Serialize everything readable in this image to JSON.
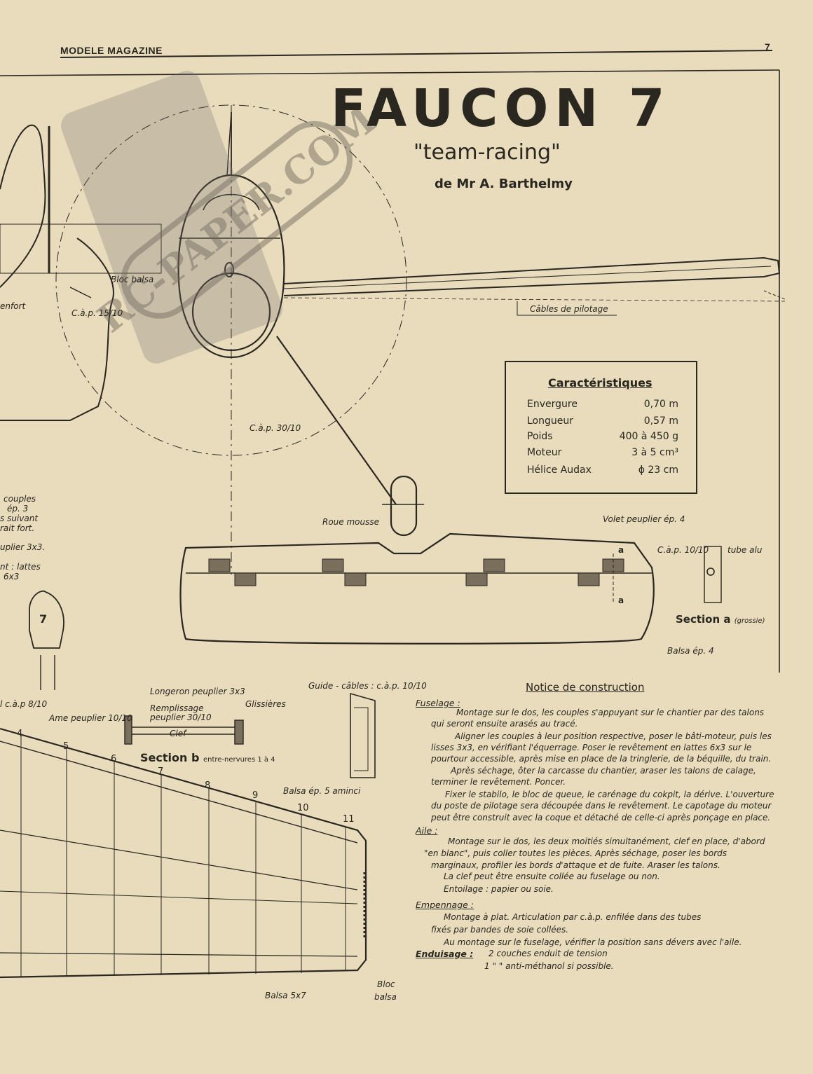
{
  "header": {
    "magazine": "MODELE MAGAZINE",
    "page_number": "7"
  },
  "title": "FAUCON 7",
  "subtitle": "\"team-racing\"",
  "author": "de Mr A. Barthelmy",
  "watermark": "RC-PAPER.COM",
  "labels": {
    "bloc_balsa": "Bloc balsa",
    "renfort": "enfort",
    "cap_15": "C.à.p. 15/10",
    "cables": "Câbles de pilotage",
    "cap_30": "C.à.p. 30/10",
    "roue": "Roue mousse",
    "volet": "Volet peuplier ép. 4",
    "cap_10": "C.à.p. 10/10",
    "tube_alu": "tube alu",
    "section_a": "Section a",
    "section_a_note": "(grossie)",
    "balsa_4": "Balsa ép. 4",
    "couples": "couples",
    "ep3": "ép. 3",
    "suivant": "s suivant",
    "trait_fort": "rait fort.",
    "peuplier": "uplier 3x3.",
    "lattes": "nt : lattes",
    "6x3": "6x3",
    "cap_8": "l c.à.p 8/10",
    "longeron": "Longeron peuplier 3x3",
    "remplissage": "Remplissage",
    "peuplier_30": "peuplier 30/10",
    "glissieres": "Glissières",
    "ame": "Ame peuplier 10/10",
    "clef": "Clef",
    "guide": "Guide - câbles : c.à.p. 10/10",
    "section_b": "Section b",
    "section_b_note": "entre-nervures 1 à 4",
    "balsa_5": "Balsa ép. 5 aminci",
    "balsa_57": "Balsa 5x7",
    "bloc": "Bloc",
    "balsa": "balsa",
    "a_mark": "a",
    "seven": "7"
  },
  "ribs": [
    "4",
    "5",
    "6",
    "7",
    "8",
    "9",
    "10",
    "11"
  ],
  "specs": {
    "title": "Caractéristiques",
    "rows": [
      {
        "k": "Envergure",
        "v": "0,70 m"
      },
      {
        "k": "Longueur",
        "v": "0,57 m"
      },
      {
        "k": "Poids",
        "v": "400 à 450 g"
      },
      {
        "k": "Moteur",
        "v": "3 à 5 cm³"
      },
      {
        "k": "Hélice Audax",
        "v": "ϕ 23 cm"
      }
    ]
  },
  "notice": {
    "title": "Notice de construction",
    "fuselage_h": "Fuselage :",
    "fuselage": [
      "Montage sur le dos, les couples s'appuyant sur le chantier par des talons",
      "qui seront ensuite arasés au tracé.",
      "Aligner les couples à leur position respective, poser le bâti-moteur, puis les",
      "lisses 3x3, en vérifiant l'équerrage. Poser le revêtement en lattes 6x3 sur le",
      "pourtour accessible, après mise en place de la tringlerie, de la béquille, du train.",
      "Après séchage, ôter la carcasse du chantier, araser les talons de calage,",
      "terminer le revêtement. Poncer.",
      "Fixer le stabilo, le bloc de queue, le carénage du cokpit, la dérive. L'ouverture",
      "du poste de pilotage sera découpée dans le revêtement. Le capotage du moteur",
      "peut être construit avec la coque et détaché de celle-ci après ponçage en place."
    ],
    "aile_h": "Aile :",
    "aile": [
      "Montage sur le dos, les deux moitiés simultanément, clef en place, d'abord",
      "\"en blanc\", puis coller toutes les pièces. Après séchage, poser les bords",
      "marginaux, profiler les bords d'attaque et de fuite. Araser les talons.",
      "La clef peut être ensuite collée au fuselage ou non.",
      "Entoilage : papier ou soie."
    ],
    "empennage_h": "Empennage :",
    "empennage": [
      "Montage à plat. Articulation par c.à.p. enfilée dans des tubes",
      "fixés par bandes de soie collées.",
      "Au montage sur le fuselage, vérifier la position sans dévers avec l'aile."
    ],
    "enduisage_h": "Enduisage :",
    "enduisage": [
      "2 couches enduit de tension",
      "1    \"    \"    anti-méthanol si possible."
    ]
  }
}
